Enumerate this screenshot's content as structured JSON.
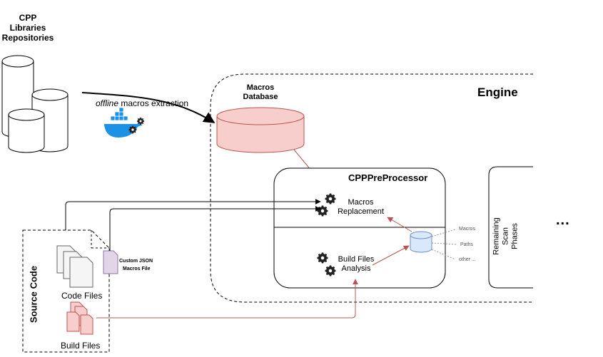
{
  "repos": {
    "line1": "CPP",
    "line2": "Libraries",
    "line3": "Repositories"
  },
  "extraction": {
    "italic": "offline",
    "rest": "macros extraction"
  },
  "macros_db": {
    "line1": "Macros",
    "line2": "Database"
  },
  "engine": {
    "title": "Engine"
  },
  "preprocessor": {
    "title": "CPPPreProcessor",
    "macros_replacement": {
      "line1": "Macros",
      "line2": "Replacement"
    },
    "build_files_analysis": {
      "line1": "Build Files",
      "line2": "Analysis"
    },
    "store_items": [
      "Macros",
      "Paths",
      "other ..."
    ]
  },
  "remaining": {
    "line1": "Remaining",
    "line2": "Scan",
    "line3": "Phases"
  },
  "ellipsis": "...",
  "source_code": {
    "title": "Source Code",
    "custom_json": {
      "line1": "Custom JSON",
      "line2": "Macros File"
    },
    "code_files": "Code Files",
    "build_files": "Build Files"
  },
  "colors": {
    "db_fill": "#f8cecc",
    "db_stroke": "#b85450",
    "store_fill": "#dae8fc",
    "store_stroke": "#6c8ebf",
    "arrow_red": "#b85450",
    "json_fill": "#e1d5e7",
    "json_stroke": "#9673a6"
  }
}
